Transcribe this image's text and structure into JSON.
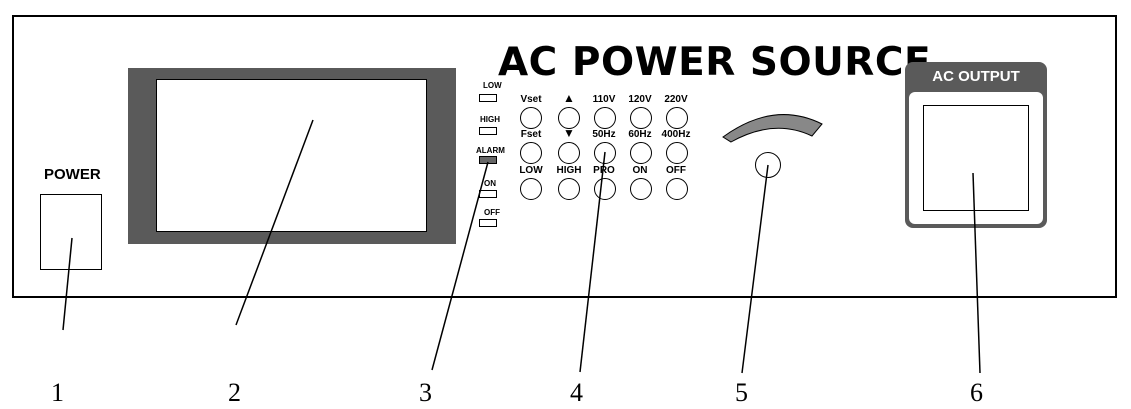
{
  "title": "AC POWER SOURCE",
  "power_label": "POWER",
  "output_label": "AC OUTPUT",
  "leds": [
    {
      "label": "LOW"
    },
    {
      "label": "HIGH"
    },
    {
      "label": "ALARM"
    },
    {
      "label": "ON"
    },
    {
      "label": "OFF"
    }
  ],
  "button_rows": [
    [
      "Vset",
      "▲",
      "110V",
      "120V",
      "220V"
    ],
    [
      "Fset",
      "▼",
      "50Hz",
      "60Hz",
      "400Hz"
    ],
    [
      "LOW",
      "HIGH",
      "PRO",
      "ON",
      "OFF"
    ]
  ],
  "callouts": [
    "1",
    "2",
    "3",
    "4",
    "5",
    "6"
  ]
}
